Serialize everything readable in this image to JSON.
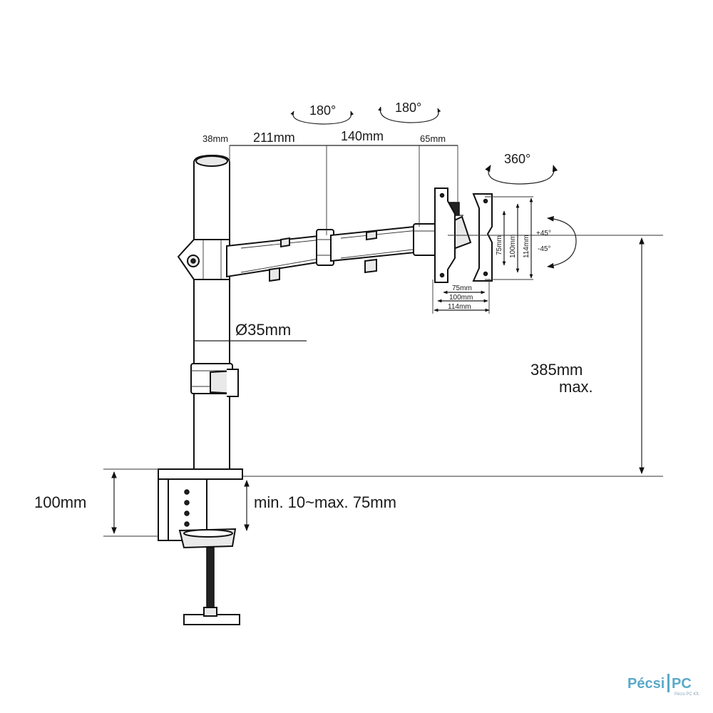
{
  "dimensions": {
    "seg_38": "38mm",
    "seg_211": "211mm",
    "seg_140": "140mm",
    "seg_65": "65mm",
    "pole_diameter": "Ø35mm",
    "height_value": "385mm",
    "height_suffix": "max.",
    "clamp_height": "100mm",
    "clamp_range": "min. 10~max. 75mm",
    "vesa_h_75": "75mm",
    "vesa_h_100": "100mm",
    "vesa_h_114": "114mm",
    "vesa_v_75": "75mm",
    "vesa_v_100": "100mm",
    "vesa_v_114": "114mm"
  },
  "rotations": {
    "joint1": "180°",
    "joint2": "180°",
    "head": "360°",
    "tilt_up": "+45°",
    "tilt_down": "-45°"
  },
  "watermark": {
    "name_left": "Pécsi",
    "name_right": "PC",
    "tagline": "Pécsi PC Kft."
  }
}
